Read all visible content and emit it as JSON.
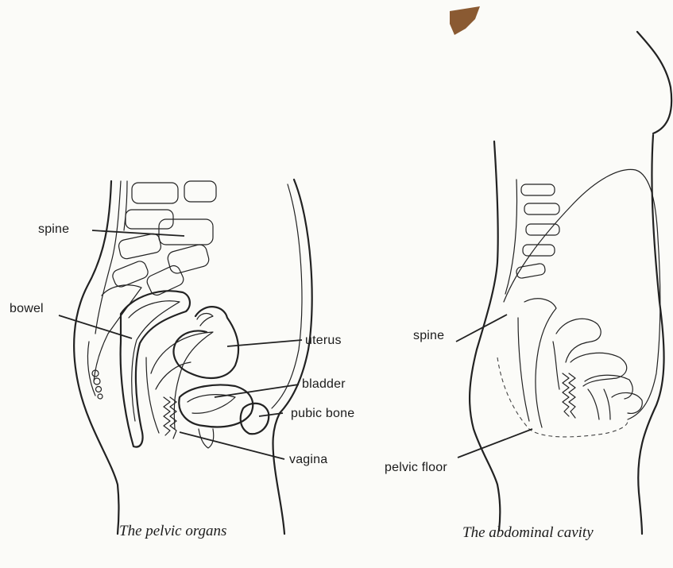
{
  "figures": [
    {
      "caption": "The pelvic organs",
      "labels": {
        "spine": "spine",
        "bowel": "bowel",
        "uterus": "uterus",
        "bladder": "bladder",
        "pubic_bone": "pubic bone",
        "vagina": "vagina"
      }
    },
    {
      "caption": "The abdominal cavity",
      "labels": {
        "spine": "spine",
        "pelvic_floor": "pelvic floor"
      }
    }
  ]
}
